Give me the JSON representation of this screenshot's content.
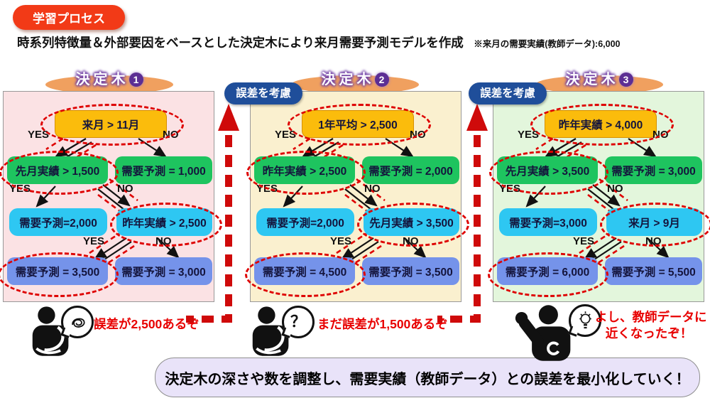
{
  "header": {
    "process_badge": "学習プロセス",
    "title": "時系列特徴量＆外部要因をベースとした決定木により来月需要予測モデルを作成",
    "note": "※来月の需要実績(教師データ):6,000"
  },
  "labels": {
    "yes": "YES",
    "no": "NO",
    "error_badge": "誤差を考慮",
    "tree_header": "決定木"
  },
  "trees": [
    {
      "number": "1",
      "nodes": {
        "root": "来月 > 11月",
        "l2_left": "先月実績 > 1,500",
        "l2_right": "需要予測 = 1,000",
        "l3_left": "需要予測=2,000",
        "l3_right": "昨年実績 > 2,500",
        "leaf_left": "需要予測 = 3,500",
        "leaf_right": "需要予測 = 3,000"
      },
      "comment": "誤差が2,500あるぞ",
      "bubble_icon": "confused-scribble"
    },
    {
      "number": "2",
      "nodes": {
        "root": "1年平均 > 2,500",
        "l2_left": "昨年実績 > 2,500",
        "l2_right": "需要予測 = 2,000",
        "l3_left": "需要予測=2,000",
        "l3_right": "先月実績 > 3,500",
        "leaf_left": "需要予測 = 4,500",
        "leaf_right": "需要予測 = 3,500"
      },
      "comment": "まだ誤差が1,500あるぞ",
      "bubble_icon": "question-mark",
      "bubble_text": "？"
    },
    {
      "number": "3",
      "nodes": {
        "root": "昨年実績 > 4,000",
        "l2_left": "先月実績 > 3,500",
        "l2_right": "需要予測 = 3,000",
        "l3_left": "需要予測=3,000",
        "l3_right": "来月 > 9月",
        "leaf_left": "需要予測 = 6,000",
        "leaf_right": "需要予測 = 5,500"
      },
      "comment_line1": "よし、教師データに",
      "comment_line2": "近くなったぞ！",
      "bubble_icon": "lightbulb"
    }
  ],
  "footer": {
    "banner": "決定木の深さや数を調整し、需要実績（教師データ）との誤差を最小化していく！"
  },
  "colors": {
    "process_badge": "#f23a17",
    "header_ellipse": "#f0a05f",
    "header_glow": "#7445a8",
    "error_badge": "#1f4e9a",
    "panel_1": "#fbe2e4",
    "panel_2": "#faf0cf",
    "panel_3": "#e3f6dc",
    "node_root": "#fbbc0c",
    "node_level2": "#1ec45f",
    "node_level3": "#2ec7f2",
    "node_leaf": "#7593ea",
    "highlight_dash": "#de0000",
    "loop_arrow": "#cf0a0a",
    "comment_text": "#e80000",
    "banner_bg": "#e9e3f9"
  }
}
